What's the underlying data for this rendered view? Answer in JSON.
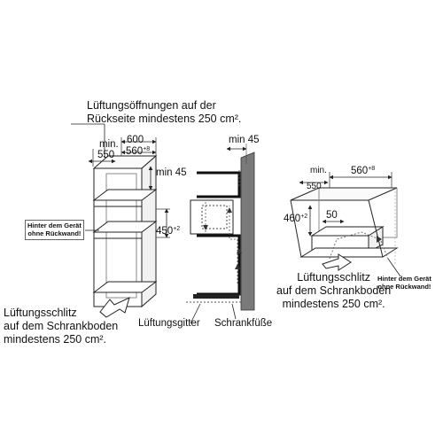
{
  "colors": {
    "line": "#222222",
    "wall": "#7a7a7a",
    "dashed": "#555555",
    "background": "#ffffff"
  },
  "top_left_note": {
    "line1": "Lüftungsöffnungen auf der",
    "line2": "Rückseite mindestens 250 cm²."
  },
  "dims_cabinet": {
    "width_outer": "600",
    "min_label": "min.",
    "min_value": "550",
    "depth_value": "560",
    "depth_tolerance": "+8",
    "gap_top": "min 45",
    "niche_height": "450",
    "niche_tolerance": "+2"
  },
  "left_side_note": {
    "line1": "Hinter dem Gerät",
    "line2": "ohne Rückwand!"
  },
  "bottom_left_note": {
    "line1": "Lüftungsschlitz",
    "line2": "auf dem Schrankboden",
    "line3": "mindestens 250 cm²."
  },
  "dims_section": {
    "gap_top": "min 45"
  },
  "section_labels": {
    "vent_grille": "Lüftungsgitter",
    "cabinet_feet": "Schrankfüße"
  },
  "dims_undercounter": {
    "min_label": "min.",
    "min_value": "550",
    "depth_value": "560",
    "depth_tolerance": "+8",
    "height_value": "460",
    "height_tolerance": "+2",
    "inner_value": "50"
  },
  "right_side_note": {
    "line1": "Hinter dem Gerät",
    "line2": "ohne Rückwand!"
  },
  "bottom_right_note": {
    "line1": "Lüftungsschlitz",
    "line2": "auf dem Schrankboden",
    "line3": "mindestens 250 cm²."
  }
}
